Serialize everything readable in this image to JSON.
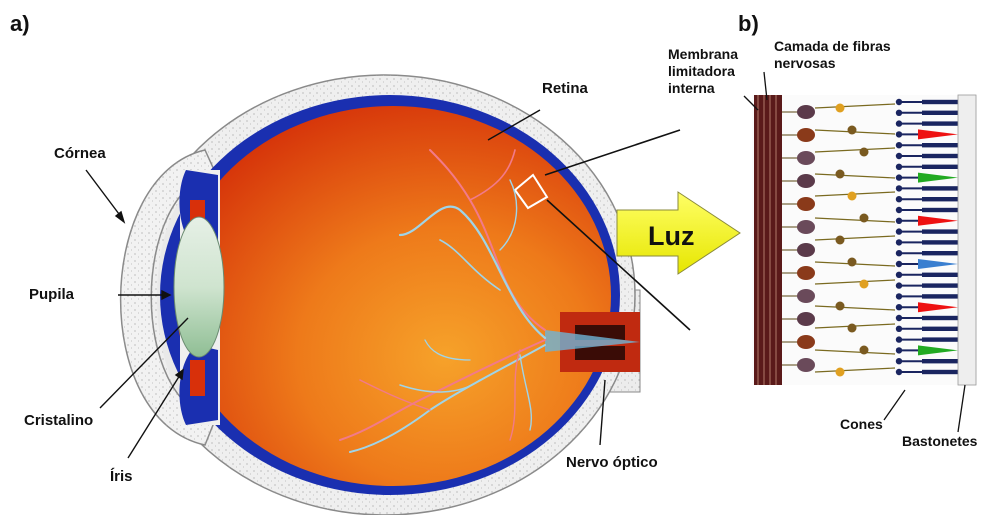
{
  "panels": {
    "a": "a)",
    "b": "b)"
  },
  "eye_labels": {
    "cornea": "Córnea",
    "pupila": "Pupila",
    "cristalino": "Cristalino",
    "iris": "Íris",
    "retina": "Retina",
    "nervo_optico": "Nervo óptico"
  },
  "light_arrow": {
    "label": "Luz",
    "color": "#f2f200"
  },
  "retina_labels": {
    "membrana_l1": "Membrana",
    "membrana_l2": "limitadora",
    "membrana_l3": "interna",
    "camada_l1": "Camada de fibras",
    "camada_l2": "nervosas",
    "cones": "Cones",
    "bastonetes": "Bastonetes"
  },
  "colors": {
    "sclera_blue": "#1a2fb0",
    "interior_red": "#d8300a",
    "interior_orange": "#f08a1e",
    "vessel_blue": "#8ecae0",
    "vessel_red": "#f27a8a",
    "lens_green": "#cfe4cf",
    "cone_red": "#ee1111",
    "cone_green": "#22aa22",
    "cone_blue": "#3a7fd0",
    "rod_navy": "#1a2560"
  }
}
